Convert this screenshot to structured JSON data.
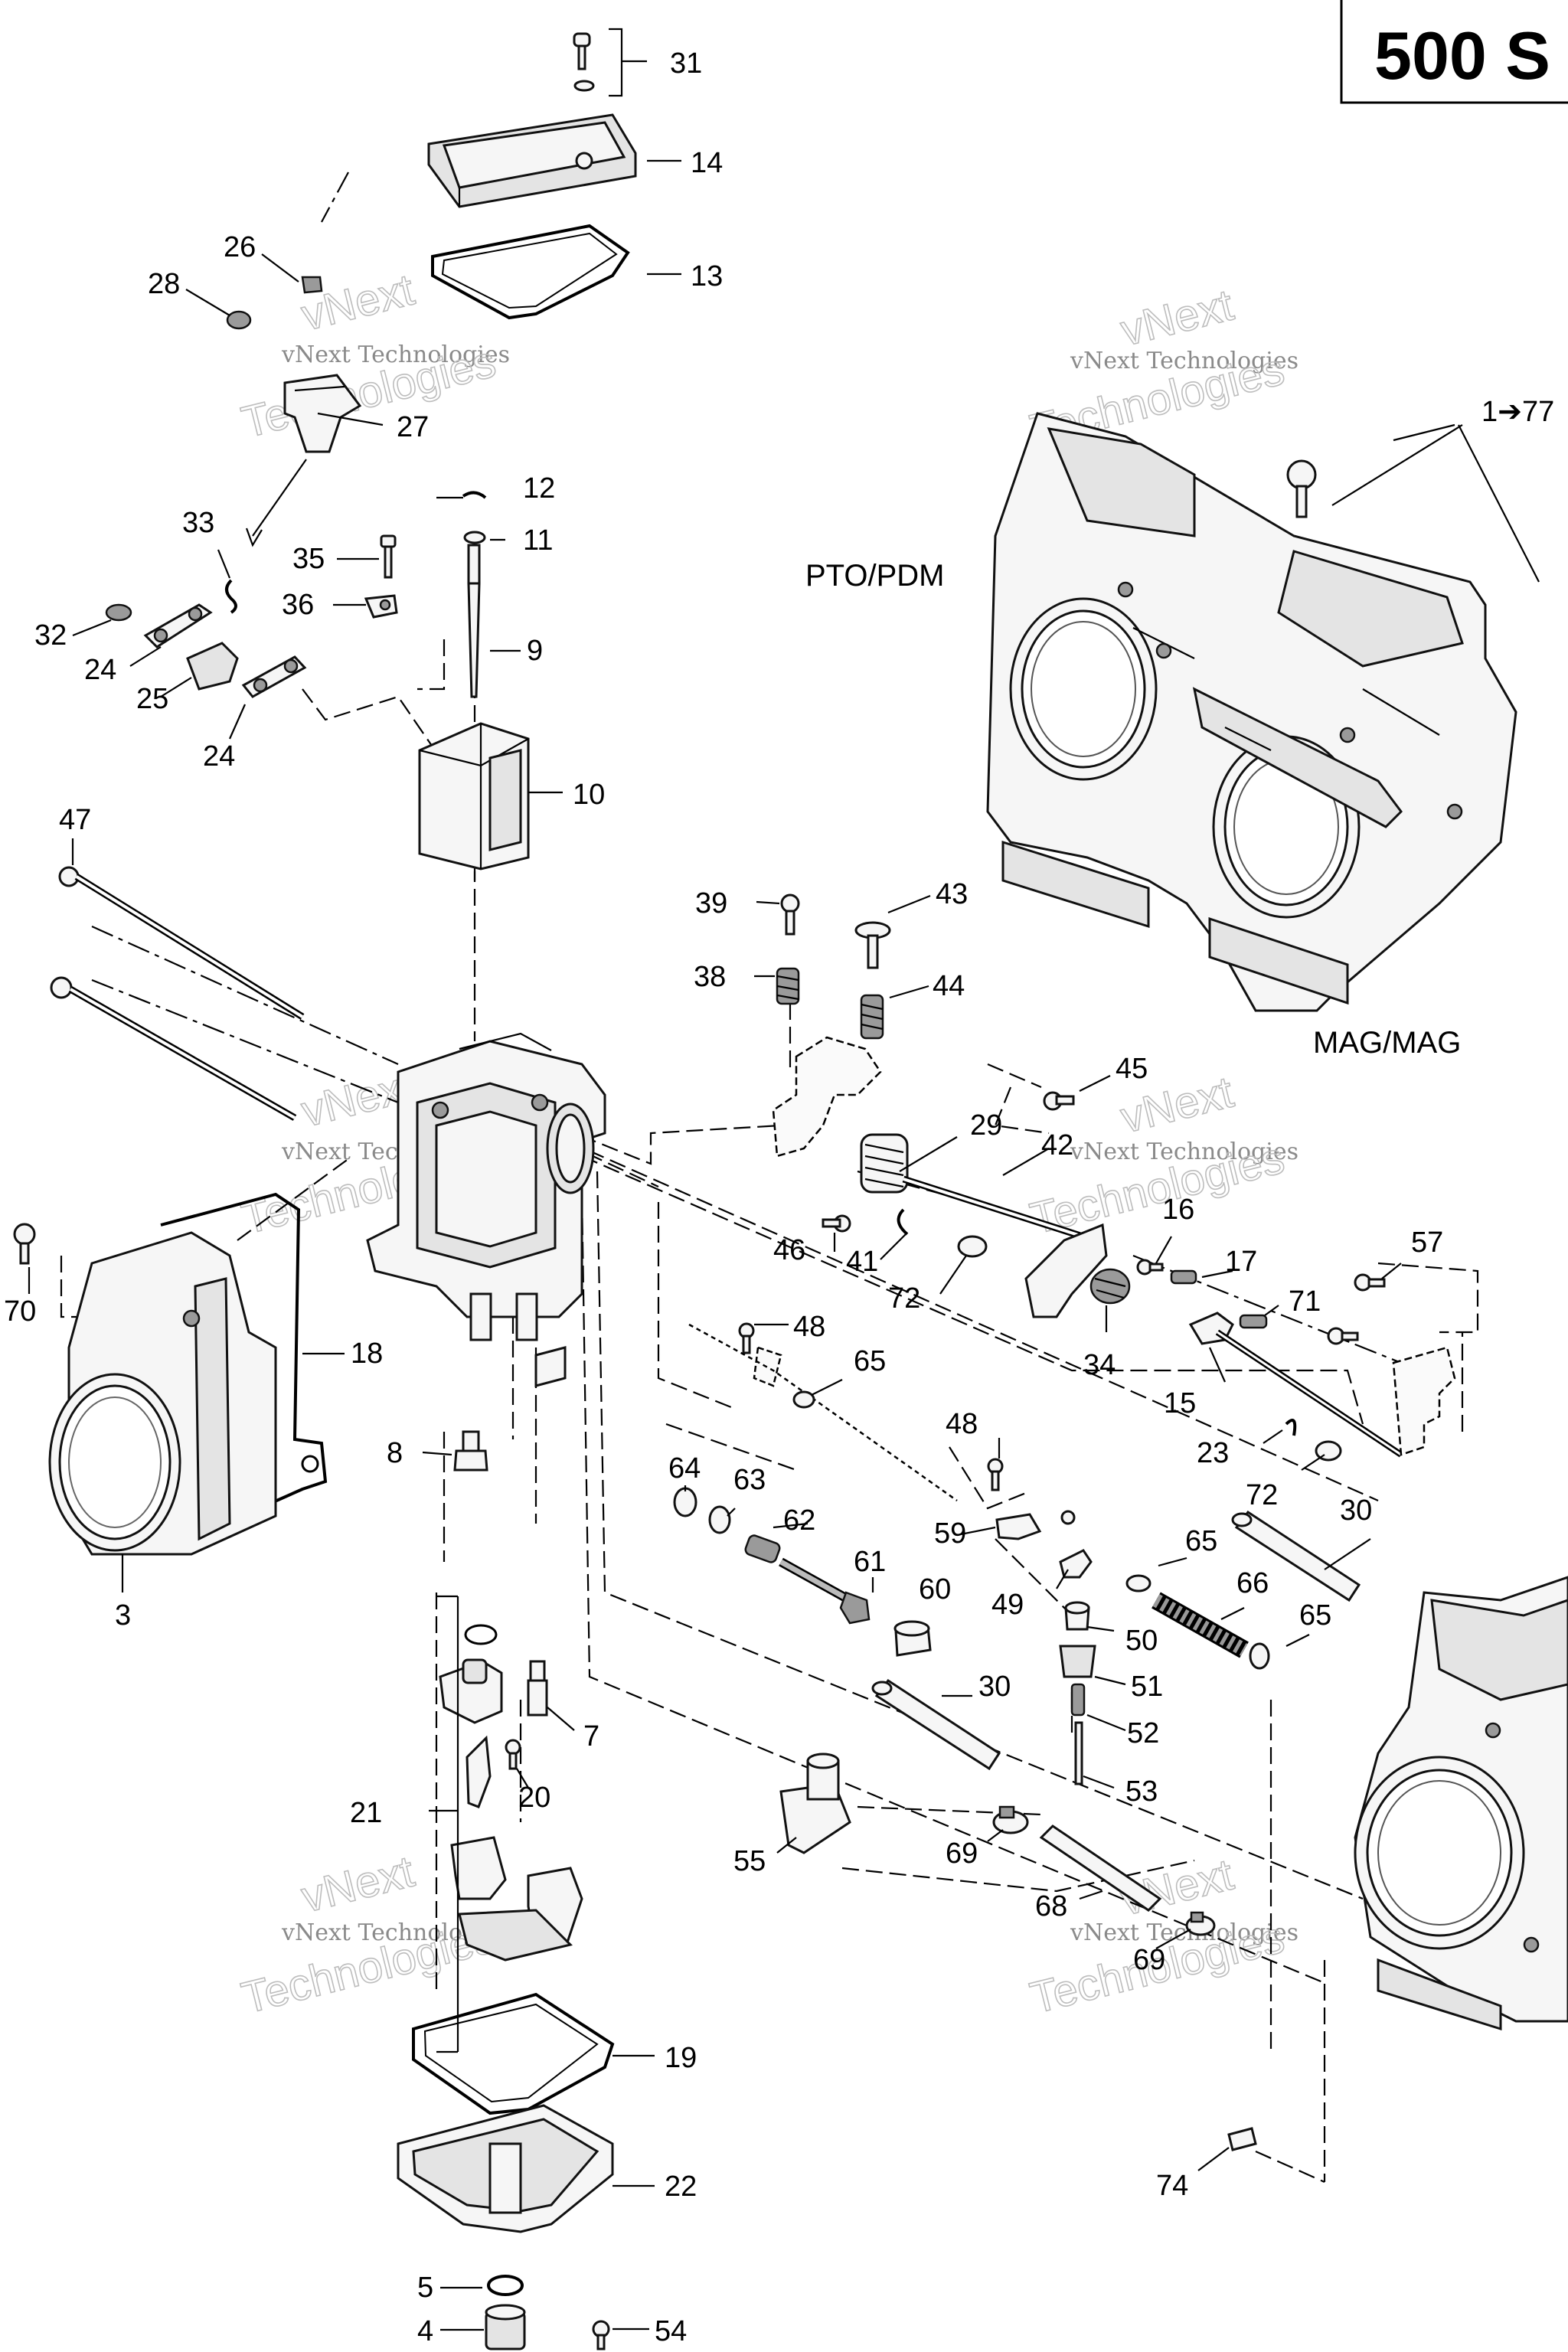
{
  "title": "500 S",
  "labels": {
    "pto": "PTO/PDM",
    "mag": "MAG/MAG",
    "range": "1➔77"
  },
  "watermark": {
    "line1": "vNext Technologies",
    "outline_top": "vNext",
    "outline_bottom": "Technologies"
  },
  "callouts": [
    "31",
    "14",
    "13",
    "26",
    "28",
    "27",
    "12",
    "33",
    "35",
    "11",
    "36",
    "32",
    "24",
    "9",
    "25",
    "24",
    "10",
    "47",
    "39",
    "43",
    "38",
    "44",
    "45",
    "29",
    "42",
    "16",
    "17",
    "71",
    "57",
    "70",
    "46",
    "41",
    "72",
    "34",
    "15",
    "18",
    "48",
    "65",
    "8",
    "23",
    "72",
    "64",
    "63",
    "48",
    "30",
    "62",
    "61",
    "59",
    "65",
    "66",
    "60",
    "49",
    "65",
    "3",
    "50",
    "51",
    "52",
    "7",
    "30",
    "20",
    "53",
    "21",
    "55",
    "69",
    "68",
    "69",
    "19",
    "74",
    "22",
    "5",
    "54",
    "4"
  ]
}
